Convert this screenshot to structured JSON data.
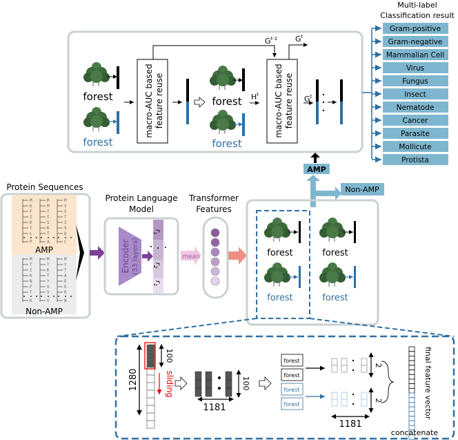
{
  "colors": {
    "blue": "#2e6fa3",
    "lightblue": "#7fb6cf",
    "gray": "#c9d2d0",
    "orange": "#fbe5cc",
    "purple": "#7b3f98",
    "lavender": "#a88bc8",
    "salmon": "#ef8f84",
    "tree": "#3e6b3d"
  },
  "top": {
    "forest": "forest",
    "reuse": [
      "macro-AUC based",
      "feature reuse"
    ],
    "g_prev": "G",
    "g_prev_sup": "t-1",
    "g": "G",
    "g_sup": "t",
    "h": "H",
    "h_sup": "t"
  },
  "result": {
    "title": [
      "Multi-label",
      "Classification result"
    ],
    "labels": [
      "Gram-positive",
      "Gram-negative",
      "Mammalian Cell",
      "Virus",
      "Fungus",
      "Insect",
      "Nematode",
      "Cancer",
      "Parasite",
      "Mollicute",
      "Protista"
    ]
  },
  "amp_label": "AMP",
  "non_amp_label": "Non-AMP",
  "sequences": {
    "title": "Protein Sequences",
    "amp": "AMP",
    "non_amp": "Non-AMP",
    "amp_cols": [
      [
        "M",
        "K",
        "F",
        "I",
        "K",
        "Y",
        "L",
        "P"
      ],
      [
        "M",
        "M",
        "T",
        "I",
        "S",
        "K",
        "T",
        "A"
      ],
      [
        "M",
        "S",
        "S",
        "T",
        "I",
        "S",
        "D",
        "C"
      ]
    ],
    "non_amp_cols": [
      [
        "M",
        "T",
        "I",
        "K",
        "N",
        "F",
        "T",
        "K"
      ],
      [
        "M",
        "T",
        "K",
        "T",
        "Y",
        "G",
        "V",
        "G"
      ],
      [
        "M",
        "Y",
        "T",
        "A",
        "E",
        "E",
        "R",
        "N"
      ]
    ]
  },
  "plm": {
    "title": [
      "Protein Language",
      "Model"
    ],
    "encoder": "Encoder",
    "layers": "(33 layers)",
    "r1": "r",
    "r1_sub": "1",
    "r2": "r",
    "r2_sub": "2",
    "rL": "r",
    "rL_sub": "L"
  },
  "mean": "mean",
  "transformer": {
    "title": [
      "Transformer",
      "Features"
    ]
  },
  "bottom": {
    "dim_1280": "1280",
    "dim_100": "100",
    "sliding": "sliding",
    "dim_1181": "1181",
    "forest": "forest",
    "dim_2": "2",
    "final": "final feature vector",
    "concatenate": "concatenate"
  }
}
